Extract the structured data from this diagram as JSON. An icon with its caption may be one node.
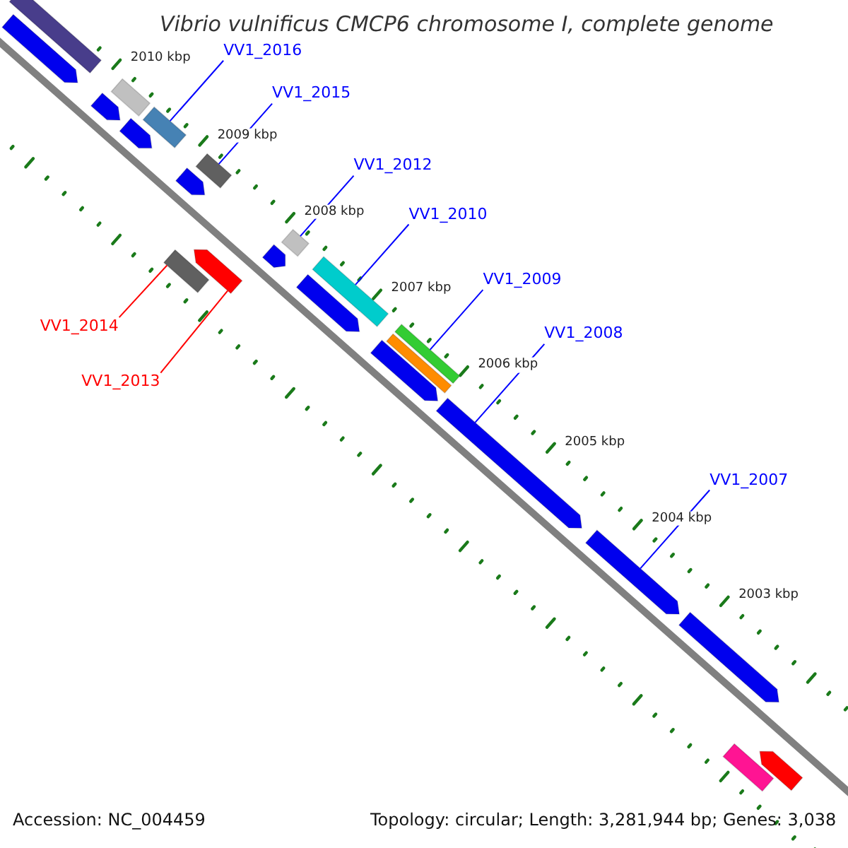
{
  "diagram": {
    "title": "Vibrio vulnificus CMCP6 chromosome I, complete genome",
    "nodes": [
      {
        "text": [
          "VV1_2016"
        ]
      },
      {
        "text": [
          "VV1_2015"
        ]
      },
      {
        "text": [
          "VV1_2012"
        ]
      },
      {
        "text": [
          "VV1_2010"
        ]
      },
      {
        "text": [
          "VV1_2009"
        ]
      },
      {
        "text": [
          "VV1_2014"
        ]
      },
      {
        "text": [
          "VV1_2013"
        ]
      },
      {
        "text": [
          "VV1_2008"
        ]
      },
      {
        "text": [
          "VV1_2007"
        ]
      },
      {
        "text": [],
        "shape": "bar"
      },
      {
        "text": [],
        "shape": "arrow"
      },
      {
        "text": [],
        "shape": "arrow"
      },
      {
        "text": [],
        "shape": "bar"
      },
      {
        "text": [],
        "shape": "arrow"
      },
      {
        "text": [],
        "shape": "bar"
      },
      {
        "text": [],
        "shape": "arrow"
      },
      {
        "text": [],
        "shape": "bar"
      },
      {
        "text": [],
        "shape": "bar"
      },
      {
        "text": [],
        "shape": "arrow"
      },
      {
        "text": [],
        "shape": "arrow"
      },
      {
        "text": [],
        "shape": "bar"
      },
      {
        "text": [],
        "shape": "arrow"
      },
      {
        "text": [],
        "shape": "bar"
      },
      {
        "text": [],
        "shape": "arrow"
      },
      {
        "text": [],
        "shape": "bar"
      },
      {
        "text": [],
        "shape": "bar"
      },
      {
        "text": [],
        "shape": "arrow"
      },
      {
        "text": [],
        "shape": "arrow"
      },
      {
        "text": [],
        "shape": "arrow"
      },
      {
        "text": [],
        "shape": "bar"
      },
      {
        "text": [],
        "shape": "arrow"
      }
    ],
    "edges": [
      {
        "from": 0,
        "to": 14,
        "arrow": "none"
      },
      {
        "from": 1,
        "to": 16,
        "arrow": "none"
      },
      {
        "from": 2,
        "to": 20,
        "arrow": "none"
      },
      {
        "from": 3,
        "to": 22,
        "arrow": "none"
      },
      {
        "from": 4,
        "to": 24,
        "arrow": "none"
      },
      {
        "from": 5,
        "to": 17,
        "arrow": "none",
        "color": "#ff0000"
      },
      {
        "from": 6,
        "to": 18,
        "arrow": "none",
        "color": "#ff0000"
      },
      {
        "from": 7,
        "to": 26,
        "arrow": "none"
      },
      {
        "from": 8,
        "to": 27,
        "arrow": "none"
      }
    ],
    "labels": [
      "2010 kbp",
      "2009 kbp",
      "2008 kbp",
      "2007 kbp",
      "2006 kbp",
      "2005 kbp",
      "2004 kbp",
      "2003 kbp",
      "Accession: NC_004459",
      "Topology: circular; Length: 3,281,944 bp; Genes: 3,038"
    ]
  }
}
